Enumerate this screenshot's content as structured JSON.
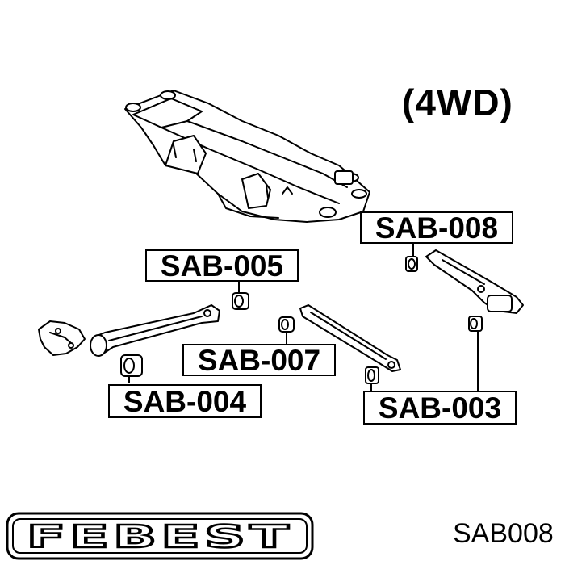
{
  "diagram": {
    "variant_label": "(4WD)",
    "callouts": {
      "sab008": "SAB-008",
      "sab005": "SAB-005",
      "sab007": "SAB-007",
      "sab004": "SAB-004",
      "sab003": "SAB-003"
    }
  },
  "footer": {
    "logo_text": "FEBEST",
    "part_number": "SAB008"
  }
}
